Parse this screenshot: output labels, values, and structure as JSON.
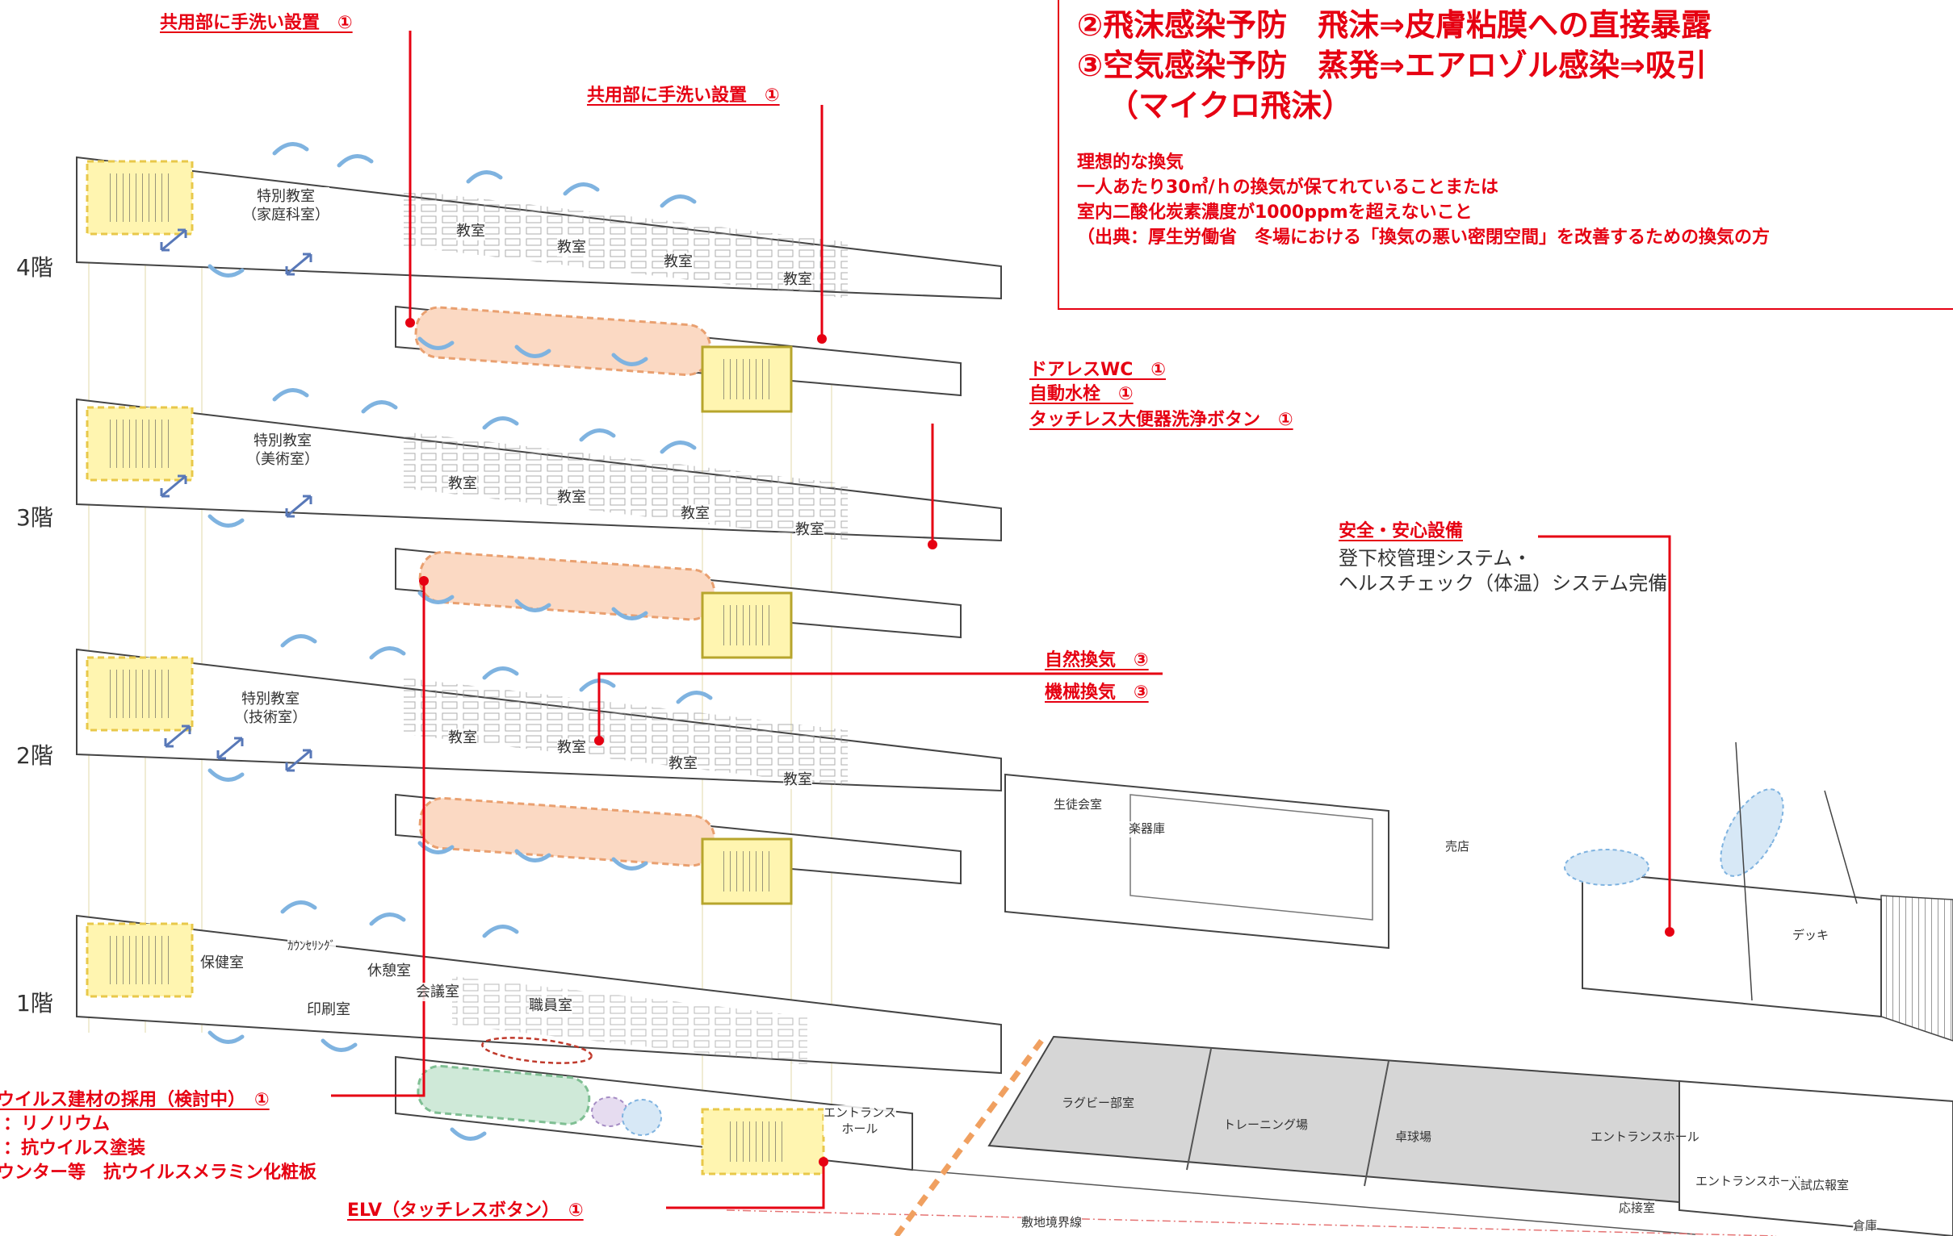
{
  "info_box": {
    "line_2": "②飛沫感染予防　飛沫⇒皮膚粘膜への直接暴露",
    "line_3": "③空気感染予防　蒸発⇒エアロゾル感染⇒吸引",
    "line_3b": "（マイクロ飛沫）",
    "ideal_title": "理想的な換気",
    "ideal_1": "一人あたり30㎥/ｈの換気が保てれていることまたは",
    "ideal_2": "室内二酸化炭素濃度が1000ppmを超えないこと",
    "ideal_3": "（出典：厚生労働省　冬場における「換気の悪い密閉空間」を改善するための換気の方"
  },
  "floors": [
    "4階",
    "3階",
    "2階",
    "1階"
  ],
  "annotations": {
    "handwash_a": "共用部に手洗い設置　①",
    "handwash_b": "共用部に手洗い設置　①",
    "doorless_wc": "ドアレスWC　①",
    "auto_faucet": "自動水栓　①",
    "touchless_flush": "タッチレス大便器洗浄ボタン　①",
    "safety_title": "安全・安心設備",
    "safety_line1": "登下校管理システム・",
    "safety_line2": "ヘルスチェック（体温）システム完備",
    "natural_vent": "自然換気　③",
    "mech_vent": "機械換気　③",
    "antivirus_title": "ウイルス建材の採用（検討中）　①",
    "antivirus_1": "：リノリウム",
    "antivirus_2": "：抗ウイルス塗装",
    "antivirus_3": "ウンター等　抗ウイルスメラミン化粧板",
    "elv": "ELV（タッチレスボタン）　①"
  },
  "rooms": {
    "f4_special": "特別教室",
    "f4_special_sub": "（家庭科室）",
    "f3_special": "特別教室",
    "f3_special_sub": "（美術室）",
    "f2_special": "特別教室",
    "f2_special_sub": "（技術室）",
    "classroom": "教室",
    "f1_health": "保健室",
    "f1_counsel": "ｶｳﾝｾﾘﾝｸﾞ",
    "f1_rest": "休憩室",
    "f1_print": "印刷室",
    "f1_meeting": "会議室",
    "f1_staff": "職員室",
    "f1_entrance": "エントランス\nホール",
    "annex_student": "生徒会室",
    "annex_instrument": "楽器庫",
    "annex_shop": "売店",
    "annex_deck": "デッキ",
    "gym_rugby": "ラグビー部室",
    "gym_training": "トレーニング場",
    "gym_tabletennis": "卓球場",
    "gym_entrance": "エントランスホール",
    "gym_entrance2": "エントランスホール",
    "gym_exam": "入試広報室",
    "gym_reception": "応接室",
    "gym_storage": "倉庫",
    "boundary": "敷地境界線"
  },
  "colors": {
    "accent_red": "#e60012",
    "stair_yellow": "#fff5b0",
    "corridor_orange": "#fbd9c3",
    "antivirus_green": "#cfe9d8",
    "vent_blue": "#7fb3e0",
    "arrow_blue": "#5878b8",
    "gym_gray": "#d6d6d6"
  }
}
